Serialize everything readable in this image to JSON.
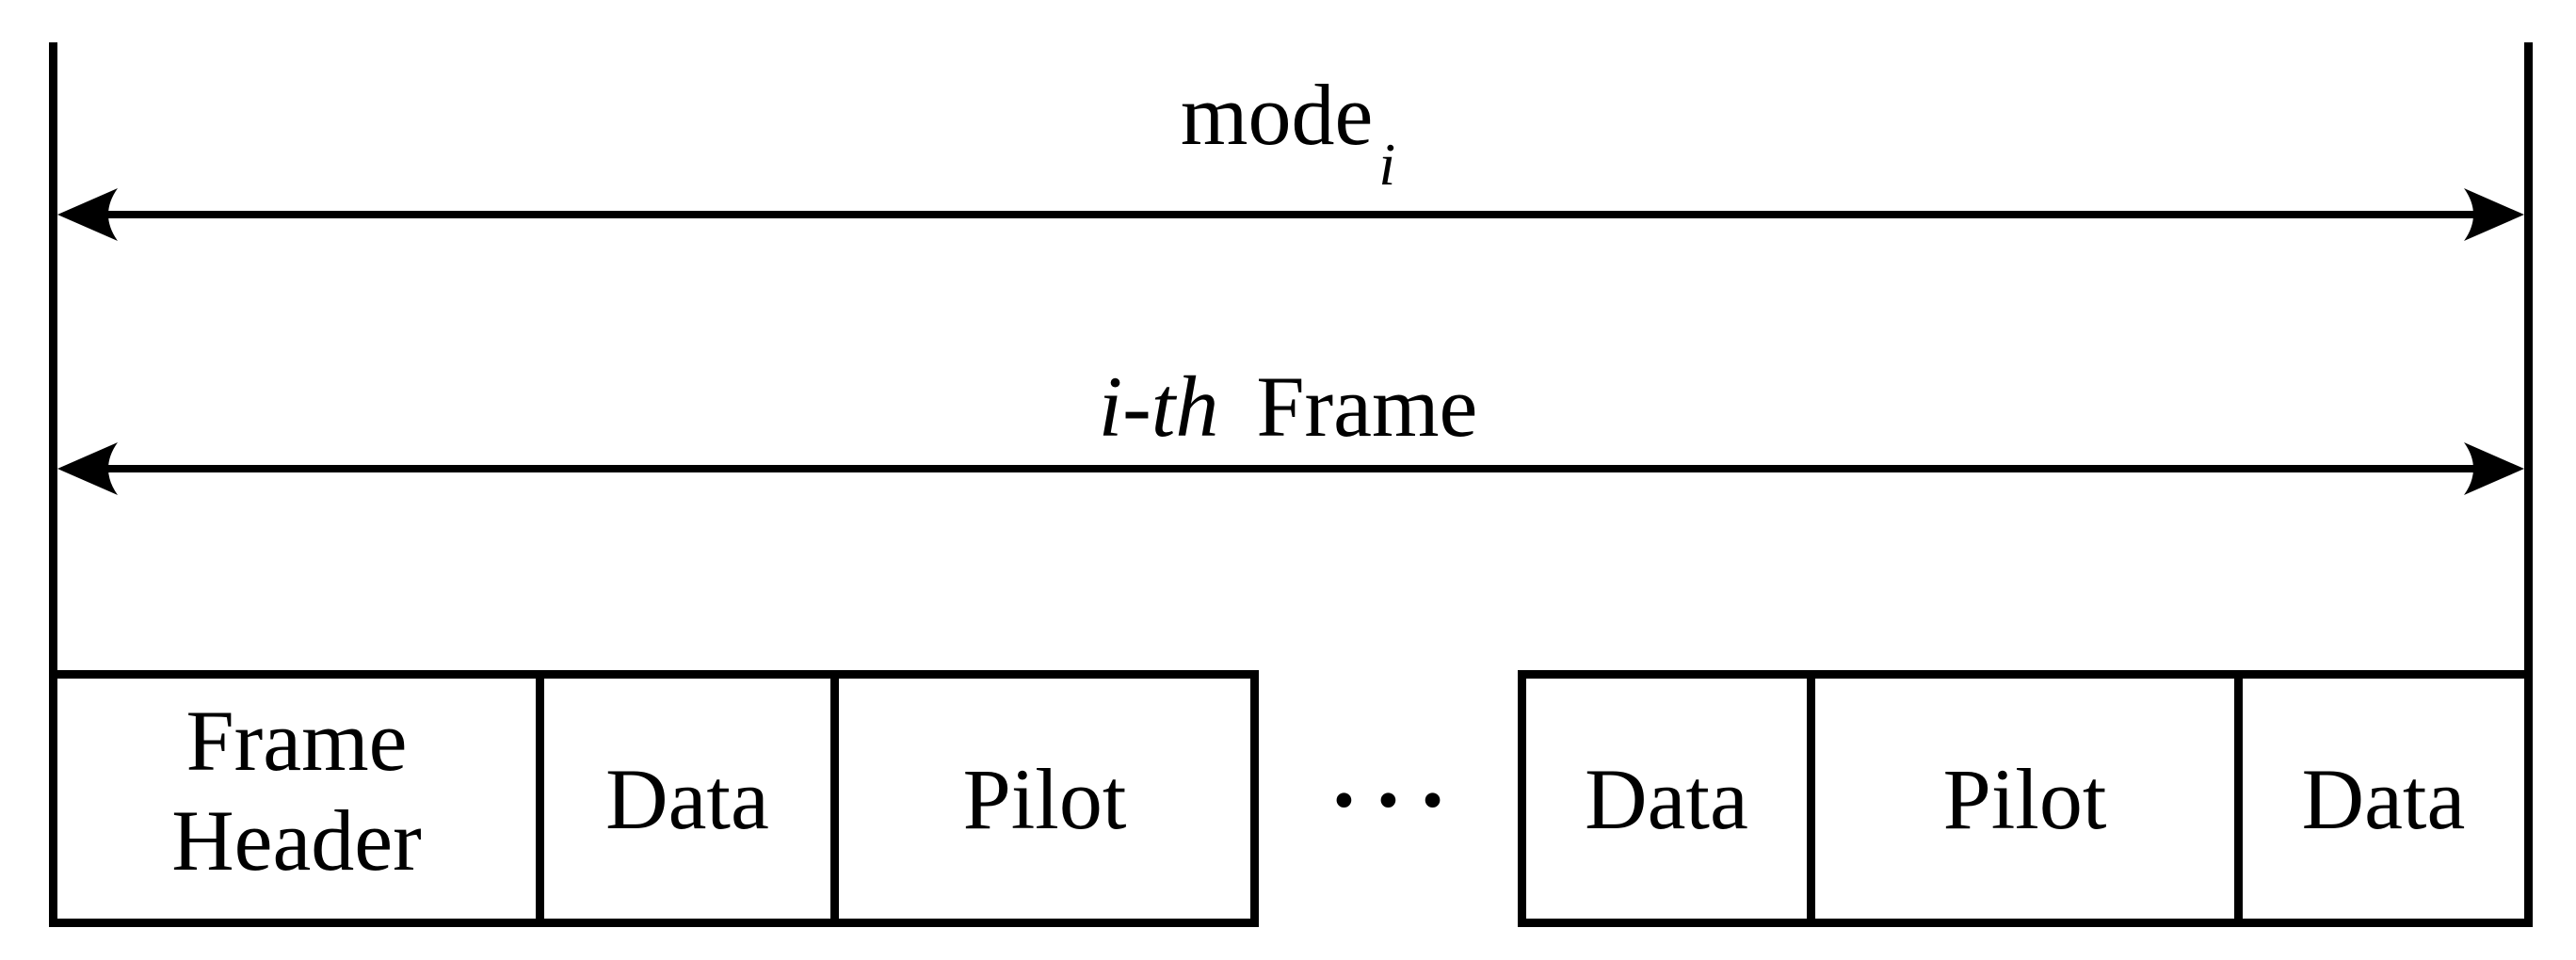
{
  "diagram": {
    "colors": {
      "ink": "#000000",
      "background": "#ffffff"
    },
    "mode_label": {
      "base": "mode",
      "subscript": "i"
    },
    "frame_label": {
      "italic_part": "i-th",
      "normal_part": "Frame"
    },
    "ellipsis": "•••",
    "segments": [
      {
        "label": "Frame Header"
      },
      {
        "label": "Data"
      },
      {
        "label": "Pilot"
      },
      {
        "label": "Data"
      },
      {
        "label": "Pilot"
      },
      {
        "label": "Data"
      }
    ]
  }
}
